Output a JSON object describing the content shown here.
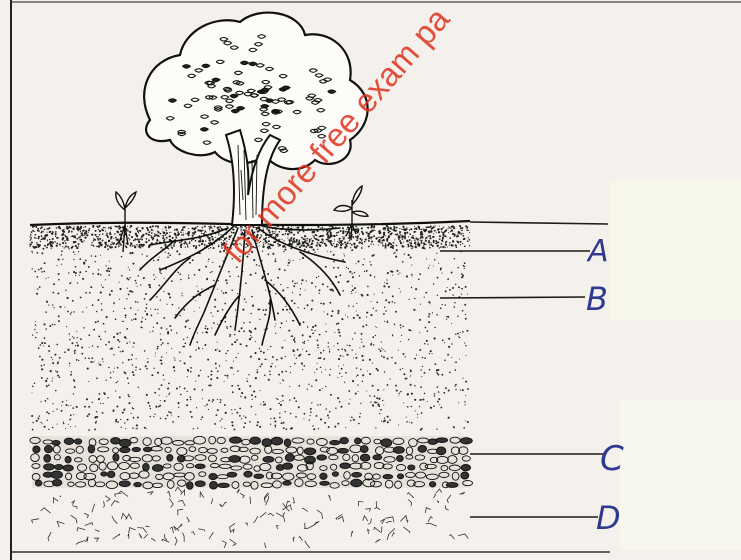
{
  "diagram": {
    "labels": {
      "a": "A",
      "b": "B",
      "c": "C",
      "d": "D"
    }
  },
  "watermark": {
    "text": "for more free exam pa"
  },
  "colors": {
    "paper": "#f4f1ec",
    "ink": "#1a1a1a",
    "label_ink": "#2f3a8f",
    "watermark": "#e0321e"
  }
}
